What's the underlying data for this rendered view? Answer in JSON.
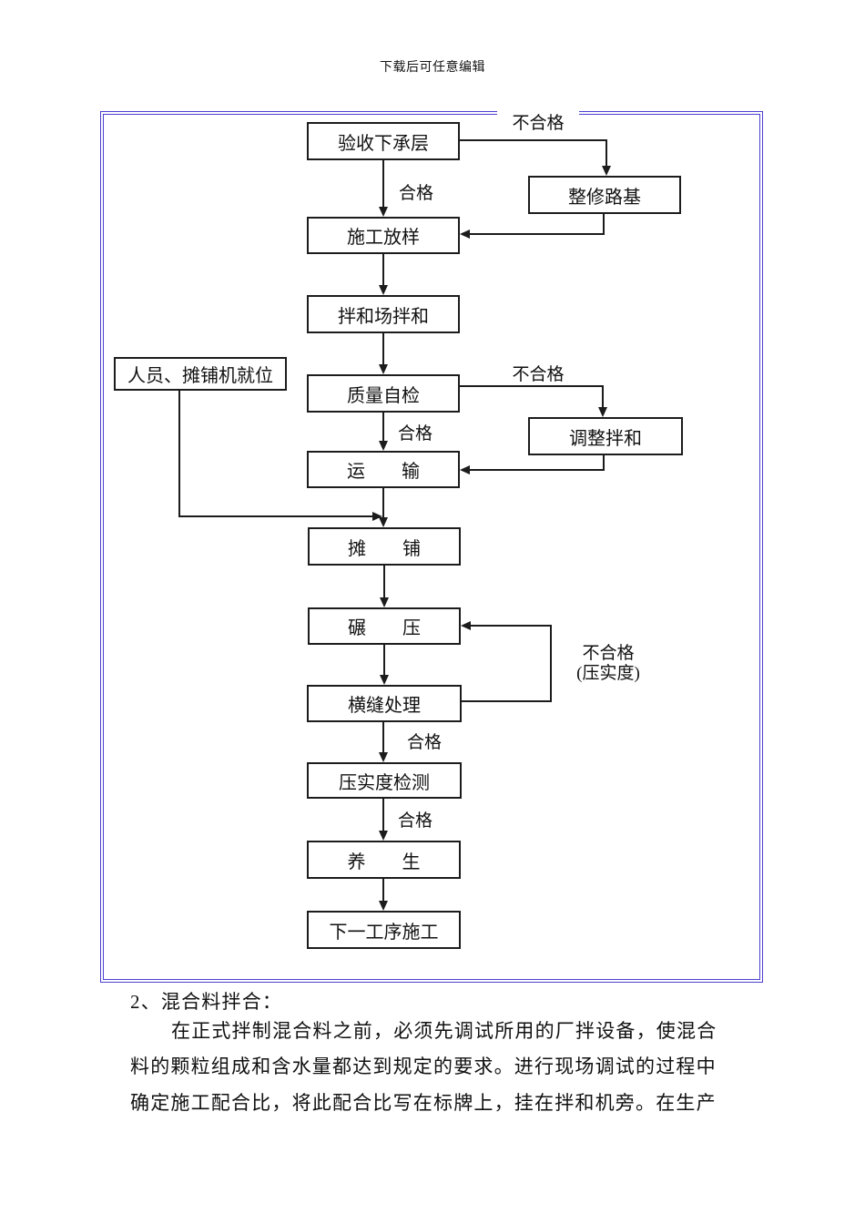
{
  "header": {
    "note": "下载后可任意编辑"
  },
  "colors": {
    "frame_border": "#4a3fd0",
    "flow_lines": "#1c1c1c",
    "text": "#111111"
  },
  "flowchart": {
    "nodes": {
      "accept_sublayer": "验收下承层",
      "repair_roadbed": "整修路基",
      "construction_layout": "施工放样",
      "plant_mixing": "拌和场拌和",
      "crew_paver_ready": "人员、摊铺机就位",
      "quality_self_check": "质量自检",
      "adjust_mixing": "调整拌和",
      "transport": "运　　输",
      "paving": "摊　　铺",
      "rolling": "碾　　压",
      "joint_treatment": "横缝处理",
      "compaction_test": "压实度检测",
      "curing": "养　　生",
      "next_process": "下一工序施工"
    },
    "edge_labels": {
      "fail_top": "不合格",
      "pass_1": "合格",
      "fail_self_check": "不合格",
      "pass_2": "合格",
      "fail_compaction_line1": "不合格",
      "fail_compaction_line2": "(压实度)",
      "pass_3": "合格",
      "pass_4": "合格"
    }
  },
  "body_text": {
    "heading": "2、混合料拌合：",
    "lines": [
      "在正式拌制混合料之前，必须先调试所用的厂拌设备，使混合",
      "料的颗粒组成和含水量都达到规定的要求。进行现场调试的过程中",
      "确定施工配合比，将此配合比写在标牌上，挂在拌和机旁。在生产"
    ]
  }
}
